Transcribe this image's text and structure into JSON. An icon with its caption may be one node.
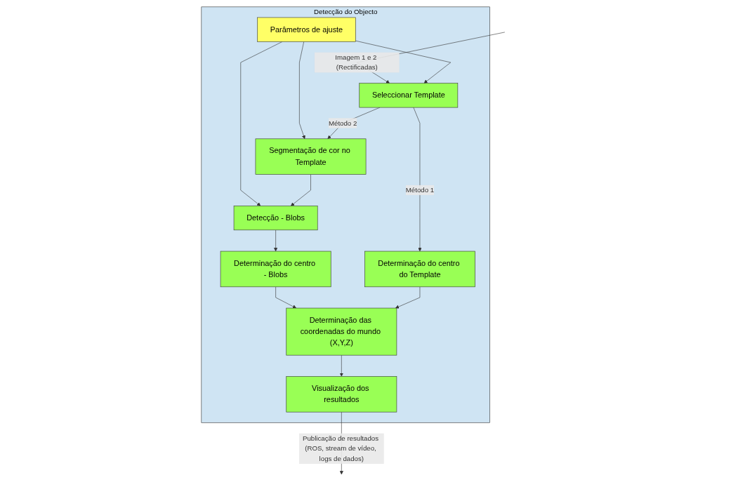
{
  "diagram": {
    "nodes": [
      {
        "text": [
          "Detecção do Objecto"
        ]
      },
      {
        "text": [
          "Seleccionar Template"
        ],
        "in": 0
      },
      {
        "text": [
          "Segmentação de cor no Template"
        ],
        "in": 0
      },
      {
        "text": [
          "Parâmetros de ajuste"
        ],
        "in": 0
      },
      {
        "text": [
          "Detecção - Blobs"
        ],
        "in": 0
      },
      {
        "text": [
          "Visualização dos resultados"
        ],
        "in": 0
      },
      {
        "text": [
          "Determinação do centro - Blobs"
        ],
        "in": 0
      },
      {
        "text": [
          "Determinação do centro do Template"
        ],
        "in": 0
      },
      {
        "text": [
          "Determinação das coordenadas do mundo (X,Y,Z)"
        ],
        "in": 0
      }
    ],
    "edges": [
      {
        "from": null,
        "to": 1,
        "arrow": "to",
        "label": "Imagem 1 e 2 (Rectificadas)"
      },
      {
        "from": 3,
        "to": 1,
        "arrow": "to"
      },
      {
        "from": 3,
        "to": 2,
        "arrow": "to"
      },
      {
        "from": 3,
        "to": 4,
        "arrow": "to"
      },
      {
        "from": 1,
        "to": 2,
        "arrow": "to",
        "label": "Método 2"
      },
      {
        "from": 1,
        "to": 7,
        "arrow": "to",
        "label": "Método 1"
      },
      {
        "from": 2,
        "to": 4,
        "arrow": "to"
      },
      {
        "from": 4,
        "to": 6,
        "arrow": "to"
      },
      {
        "from": 6,
        "to": 8,
        "arrow": "to"
      },
      {
        "from": 7,
        "to": 8,
        "arrow": "to"
      },
      {
        "from": 8,
        "to": 5,
        "arrow": "to"
      },
      {
        "from": 5,
        "to": null,
        "arrow": "to",
        "label": "Publicação de resultados (ROS, stream de vídeo, logs de dados)"
      }
    ]
  }
}
